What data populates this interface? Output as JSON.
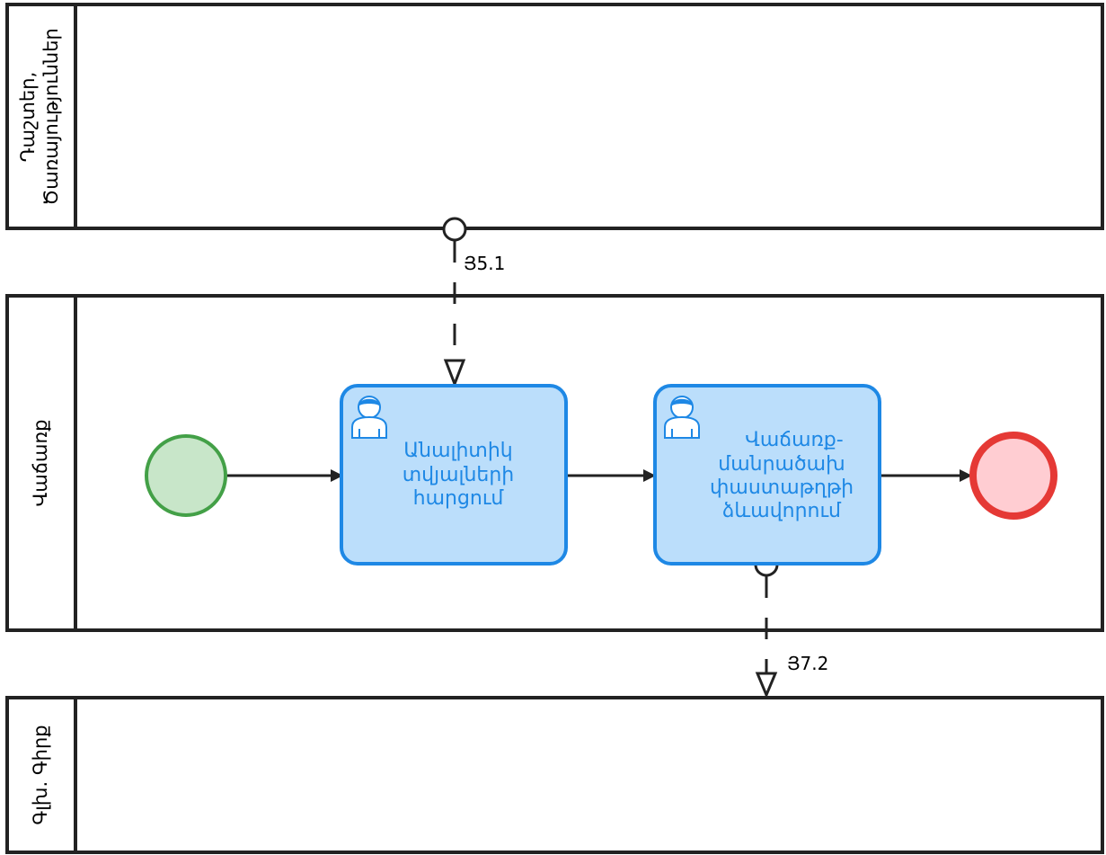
{
  "lanes": [
    {
      "id": "lane1",
      "title_line1": "Դաշտեր,",
      "title_line2": "Ծառայություններ"
    },
    {
      "id": "lane2",
      "title": "Վաճառք"
    },
    {
      "id": "lane3",
      "title": "Գլխ. Գիրք"
    }
  ],
  "tasks": [
    {
      "id": "task1",
      "type": "user-task",
      "lines": [
        "Անալիտիկ",
        "տվյալների",
        "հարցում"
      ]
    },
    {
      "id": "task2",
      "type": "user-task",
      "lines": [
        "Վաճառք-",
        "մանրածախ",
        "փաստաթղթի",
        "ձևավորում"
      ]
    }
  ],
  "events": [
    {
      "id": "start",
      "type": "start-event",
      "color": "#43a047",
      "fill": "#c8e6c9"
    },
    {
      "id": "end",
      "type": "end-event",
      "color": "#e53935",
      "fill": "#ffcdd2"
    }
  ],
  "message_flows": [
    {
      "id": "mf1",
      "label": "Յ5.1"
    },
    {
      "id": "mf2",
      "label": "Յ7.2"
    }
  ],
  "colors": {
    "task_stroke": "#1e88e5",
    "task_fill": "#bbdefb",
    "lane_stroke": "#222222"
  }
}
